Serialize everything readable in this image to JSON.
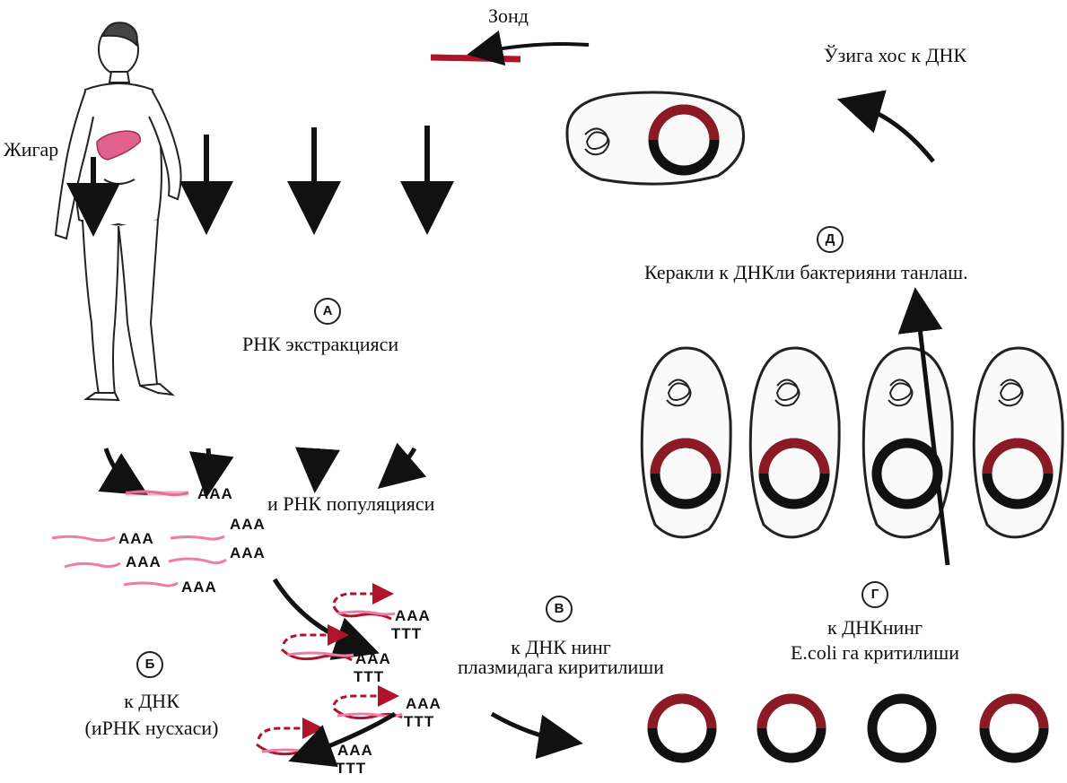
{
  "labels": {
    "liver": "Жигар",
    "probe": "Зонд",
    "specific_dna": "Ўзига хос к ДНК",
    "step_a_marker": "А",
    "step_a": "РНК экстракцияси",
    "mrna_population": "и РНК популяцияси",
    "step_b_marker": "Б",
    "step_b_line1": "к ДНК",
    "step_b_line2": "(иРНК нусхаси)",
    "step_v_marker": "В",
    "step_v_line1": "к ДНК нинг",
    "step_v_line2": "плазмидага киритилиши",
    "step_g_marker": "Г",
    "step_g_line1": "к ДНКнинг",
    "step_g_line2": "E.coli га критилиши",
    "step_d_marker": "Д",
    "step_d": "Керакли к ДНКли бактерияни танлаш.",
    "poly_a": "AAA",
    "poly_t": "TTT"
  },
  "colors": {
    "ink": "#111111",
    "cdna_red": "#b0142a",
    "mrna_pink": "#f07aa8",
    "liver_pink": "#e0608e",
    "cell_fill": "#fafafa",
    "plasmid_insert": "#8b1a24"
  }
}
